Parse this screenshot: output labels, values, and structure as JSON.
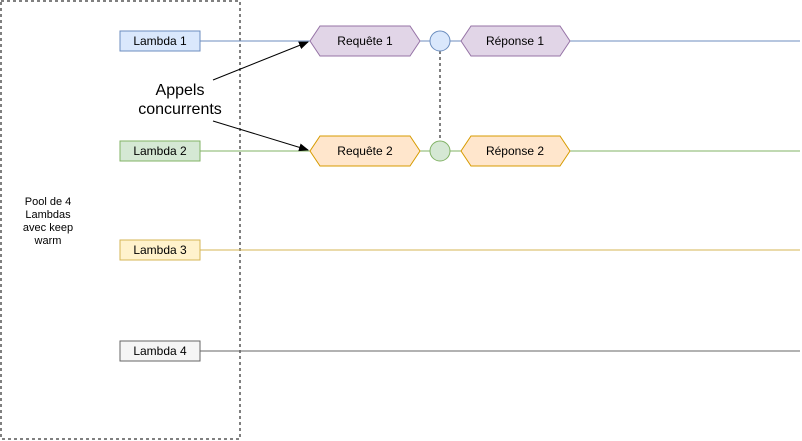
{
  "pool": {
    "label_lines": [
      "Pool de 4",
      "Lambdas",
      "avec keep",
      "warm"
    ]
  },
  "lambdas": [
    {
      "label": "Lambda 1",
      "fill": "#dae8fc",
      "stroke": "#6c8ebf"
    },
    {
      "label": "Lambda 2",
      "fill": "#d5e8d4",
      "stroke": "#82b366"
    },
    {
      "label": "Lambda 3",
      "fill": "#fff2cc",
      "stroke": "#d6b656"
    },
    {
      "label": "Lambda 4",
      "fill": "#f5f5f5",
      "stroke": "#666666"
    }
  ],
  "requests": [
    {
      "request_label": "Requête 1",
      "response_label": "Réponse 1",
      "fill": "#e1d5e7",
      "stroke": "#9673a6",
      "node_fill": "#dae8fc",
      "node_stroke": "#6c8ebf"
    },
    {
      "request_label": "Requête 2",
      "response_label": "Réponse 2",
      "fill": "#ffe6cc",
      "stroke": "#d79b00",
      "node_fill": "#d5e8d4",
      "node_stroke": "#82b366"
    }
  ],
  "annotation": {
    "lines": [
      "Appels",
      "concurrents"
    ]
  }
}
